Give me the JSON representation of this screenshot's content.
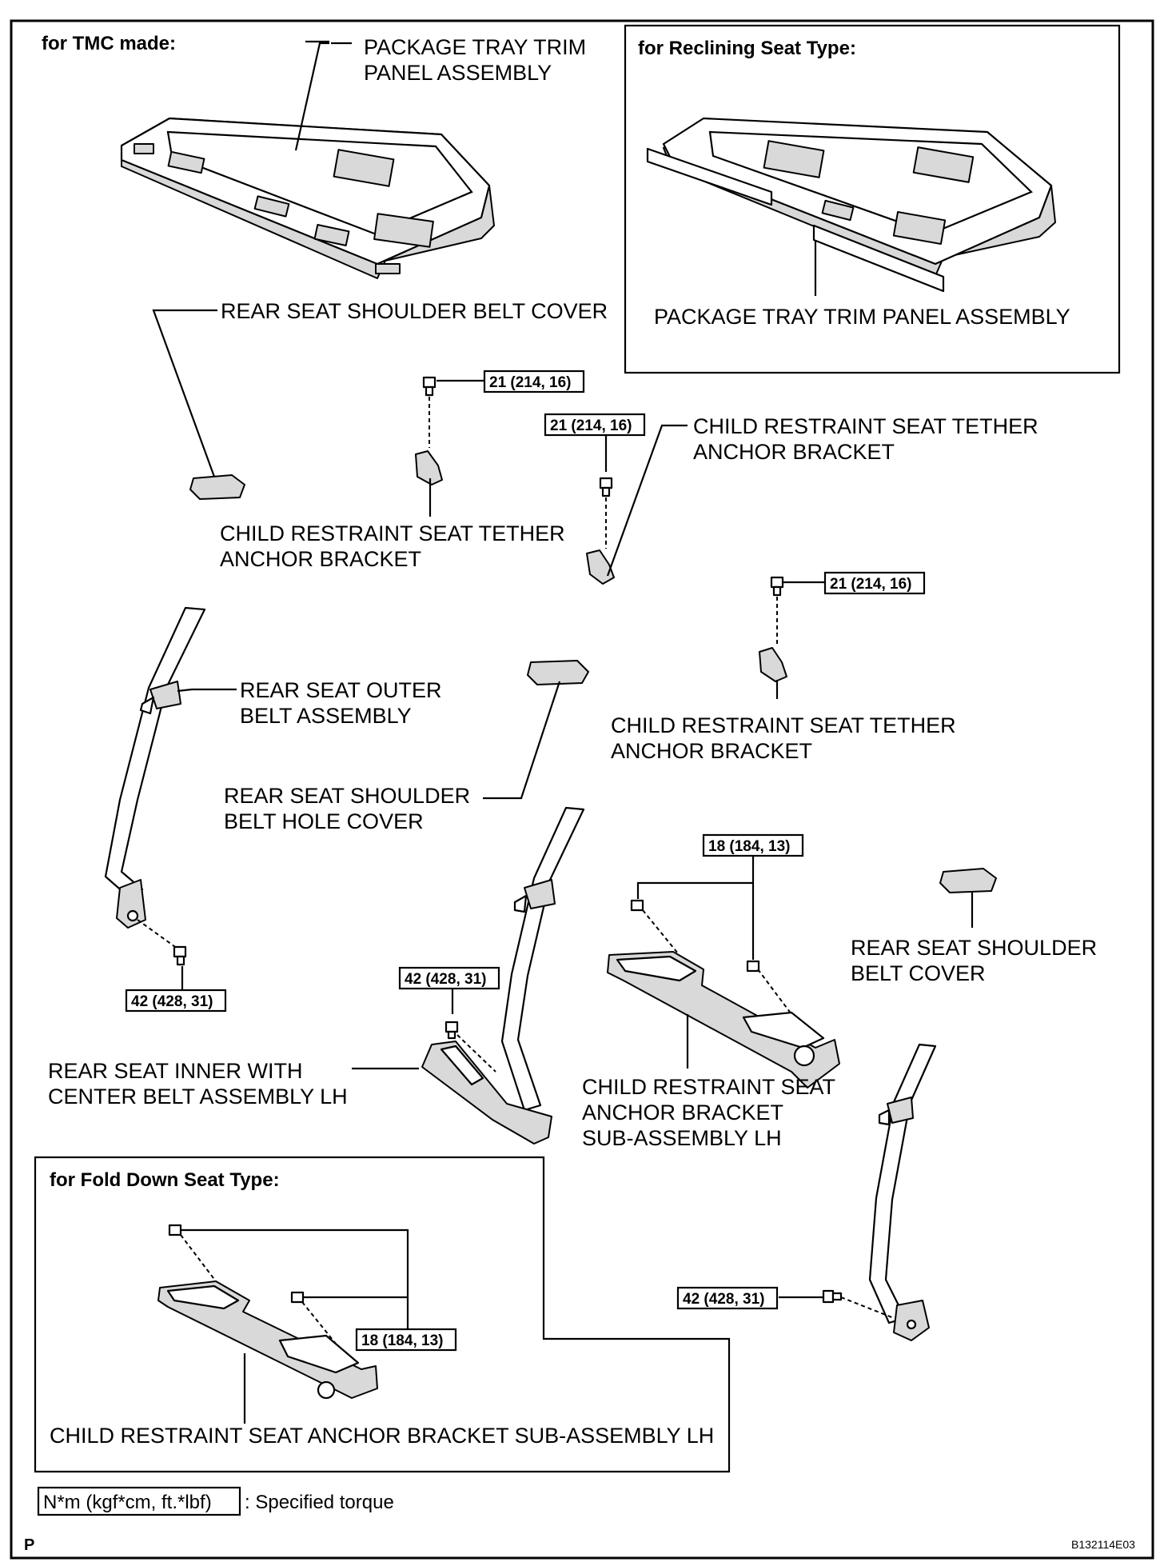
{
  "headers": {
    "tmc": "for TMC made:",
    "reclining": "for Reclining Seat Type:",
    "fold_down": "for Fold Down Seat Type:"
  },
  "labels": {
    "pkg_tray_l1": "PACKAGE TRAY TRIM",
    "pkg_tray_l2": "PANEL ASSEMBLY",
    "pkg_tray_reclining": "PACKAGE TRAY TRIM PANEL ASSEMBLY",
    "shoulder_belt_cover": "REAR SEAT SHOULDER BELT COVER",
    "tether_a_l1": "CHILD RESTRAINT SEAT TETHER",
    "tether_a_l2": "ANCHOR BRACKET",
    "tether_b_l1": "CHILD RESTRAINT SEAT TETHER",
    "tether_b_l2": "ANCHOR BRACKET",
    "tether_c_l1": "CHILD RESTRAINT SEAT TETHER",
    "tether_c_l2": "ANCHOR BRACKET",
    "outer_belt_l1": "REAR SEAT OUTER",
    "outer_belt_l2": "BELT ASSEMBLY",
    "hole_cover_l1": "REAR SEAT SHOULDER",
    "hole_cover_l2": "BELT HOLE COVER",
    "inner_belt_l1": "REAR SEAT INNER WITH",
    "inner_belt_l2": "CENTER BELT ASSEMBLY LH",
    "anchor_l1": "CHILD RESTRAINT SEAT",
    "anchor_l2": "ANCHOR BRACKET",
    "anchor_l3": "SUB-ASSEMBLY LH",
    "cover_r_l1": "REAR SEAT SHOULDER",
    "cover_r_l2": "BELT COVER",
    "fold_anchor": "CHILD RESTRAINT SEAT ANCHOR BRACKET SUB-ASSEMBLY LH"
  },
  "torques": {
    "t1": "21 (214, 16)",
    "t2": "21 (214, 16)",
    "t3": "21 (214, 16)",
    "t4": "18 (184, 13)",
    "t5": "42 (428, 31)",
    "t6": "42 (428, 31)",
    "t7": "42 (428, 31)",
    "t8": "18 (184, 13)"
  },
  "legend": {
    "unit": "N*m (kgf*cm, ft.*lbf)",
    "text": ": Specified torque"
  },
  "footer": {
    "page_letter": "P",
    "figure_id": "B132114E03"
  }
}
